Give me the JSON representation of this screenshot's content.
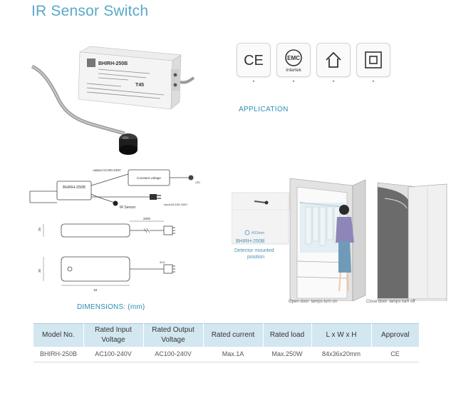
{
  "page": {
    "title": "IR Sensor Switch",
    "application_heading": "APPLICATION",
    "dimensions_label": "DIMENSIONS: (mm)"
  },
  "product": {
    "label_model": "BHIRH-250B",
    "label_t": "T45"
  },
  "certifications": [
    {
      "name": "ce-mark",
      "text": "CE"
    },
    {
      "name": "emc-intertek",
      "text": "EMC",
      "subtext": "Intertek"
    },
    {
      "name": "indoor-use-icon",
      "text": ""
    },
    {
      "name": "double-insulation-icon",
      "text": ""
    }
  ],
  "cert_markers": [
    "•",
    "•",
    "•",
    "•"
  ],
  "wiring": {
    "output_label": "output:AC100-240V",
    "constant_voltage": "Constant voltage",
    "model": "BHIRH-250B",
    "led": "LED",
    "ir_sensor": "IR Sensor",
    "input_label": "Input:AC100-240V"
  },
  "dimensions": {
    "length_2000": "2000",
    "height_20": "20",
    "width_36": "36",
    "diam_12": "Φ12",
    "length_84": "84"
  },
  "application": {
    "diameter": "Φ12mm",
    "model": "BHIRH-250B",
    "caption_line1": "Detector mounted",
    "caption_line2": "position",
    "open_caption": "Open door: lamps turn on",
    "close_caption": "Close door: lamps turn off"
  },
  "spec_table": {
    "headers": [
      "Model No.",
      "Rated Input Voltage",
      "Rated Output Voltage",
      "Rated current",
      "Rated load",
      "L x W x H",
      "Approval"
    ],
    "rows": [
      [
        "BHIRH-250B",
        "AC100-240V",
        "AC100-240V",
        "Max.1A",
        "Max.250W",
        "84x36x20mm",
        "CE"
      ]
    ]
  },
  "colors": {
    "title_blue": "#5aa8c9",
    "heading_blue": "#2d8eb5",
    "table_header_bg": "#d3e7f1"
  }
}
